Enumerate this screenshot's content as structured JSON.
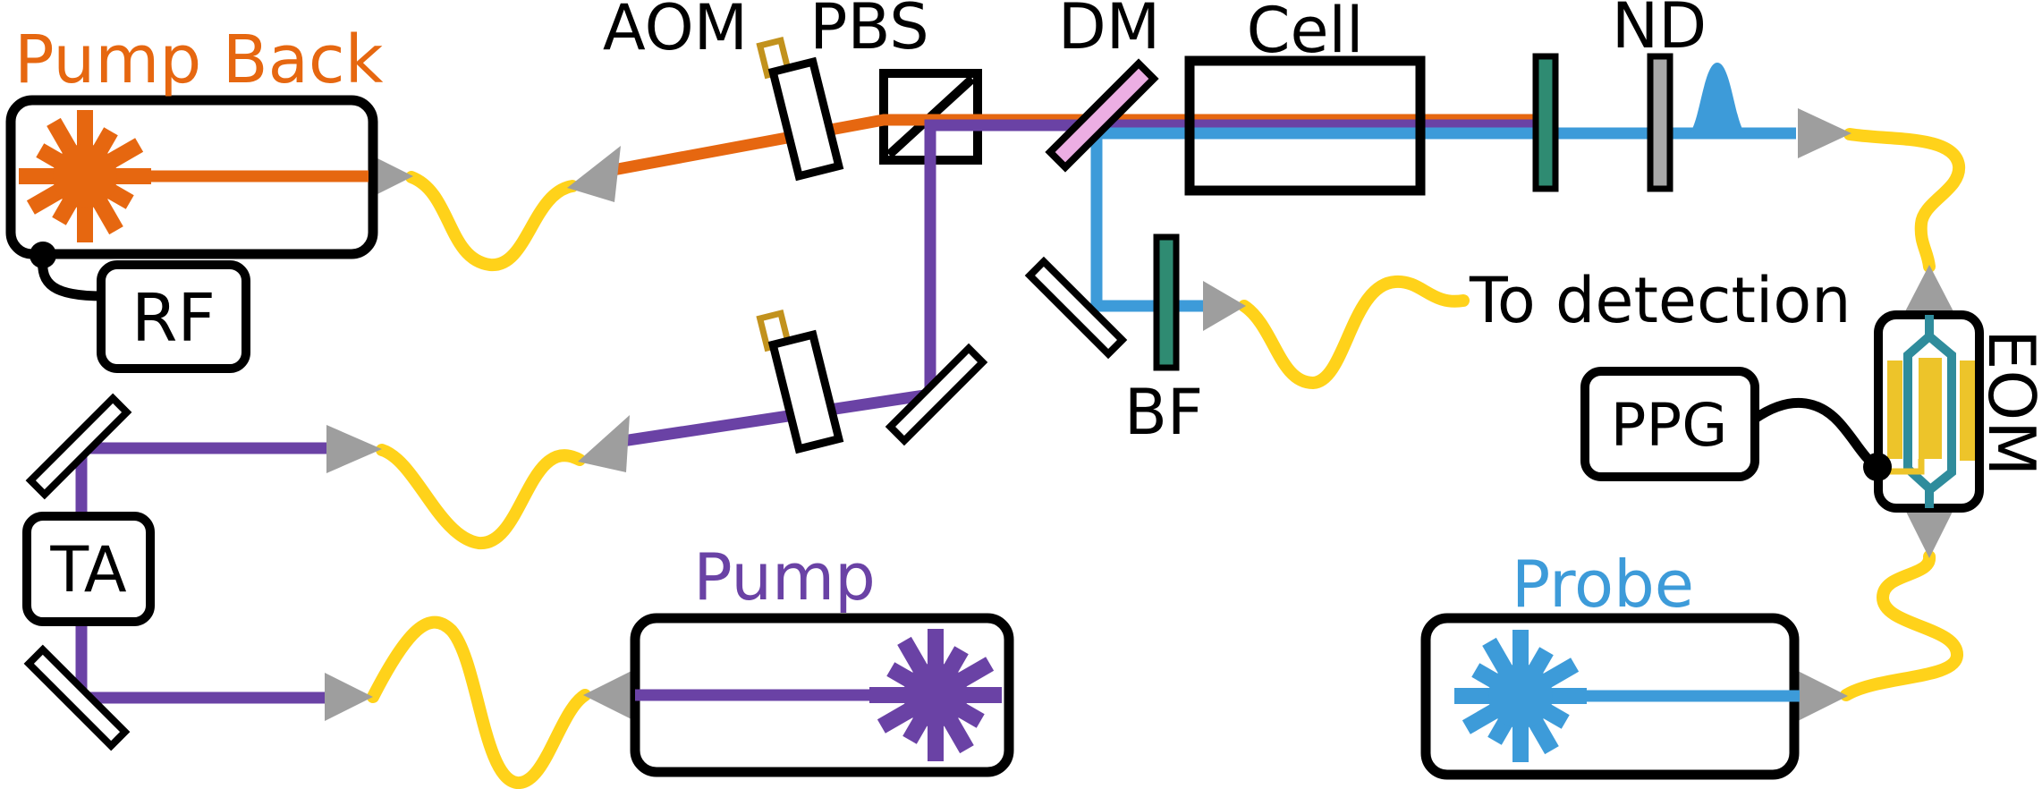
{
  "labels": {
    "pump_back": "Pump Back",
    "rf": "RF",
    "aom": "AOM",
    "pbs": "PBS",
    "dm": "DM",
    "cell": "Cell",
    "nd": "ND",
    "bf": "BF",
    "to_detection": "To detection",
    "ta": "TA",
    "pump": "Pump",
    "ppg": "PPG",
    "eom": "EOM",
    "probe": "Probe"
  },
  "colors": {
    "pump_back_orange": "#E66710",
    "pump_purple": "#6A42A5",
    "probe_blue": "#3D9BD9",
    "fiber_yellow": "#FFD21A",
    "coupler_gray": "#9E9E9E",
    "filter_green": "#2F8B72",
    "nd_gray": "#A8A8A8",
    "dm_pink": "#ECAEE3",
    "waveguide_teal": "#2F8C9C",
    "electrode_gold": "#EDC42A",
    "connector_gold": "#C2921D"
  }
}
